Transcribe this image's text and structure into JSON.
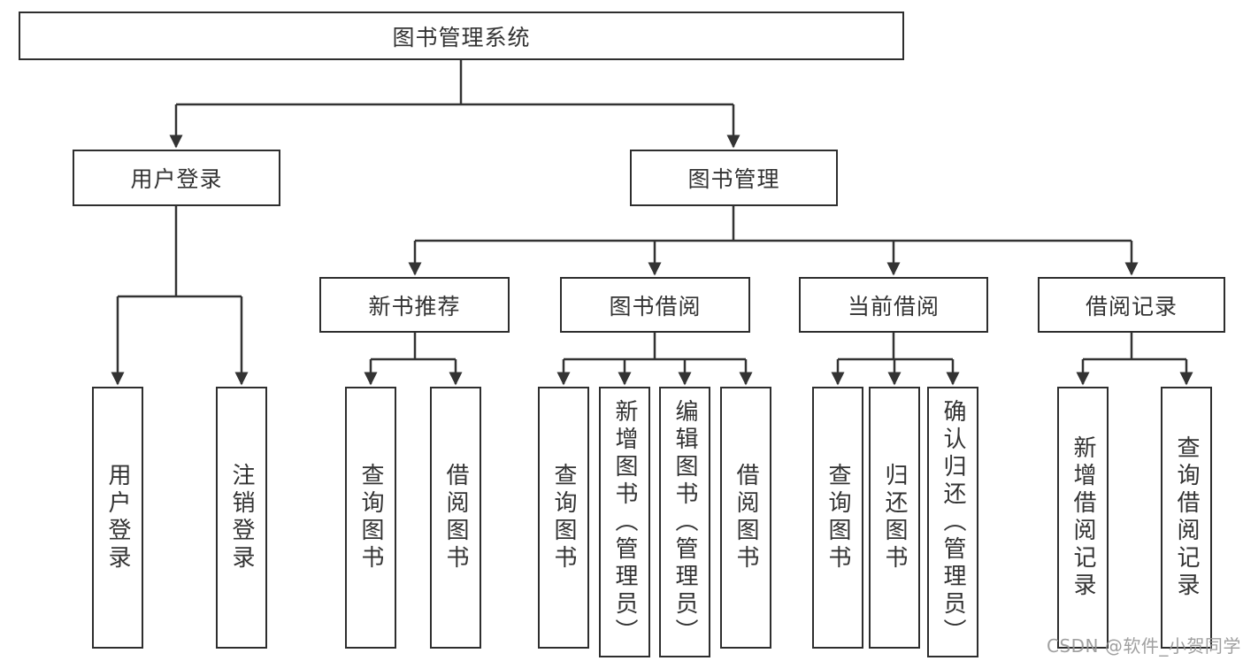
{
  "diagram": {
    "root": {
      "label": "图书管理系统"
    },
    "level2": [
      {
        "id": "user-login",
        "label": "用户登录"
      },
      {
        "id": "book-management",
        "label": "图书管理"
      }
    ],
    "level3": [
      {
        "id": "new-book-recommendation",
        "label": "新书推荐",
        "parent": "图书管理"
      },
      {
        "id": "book-borrowing",
        "label": "图书借阅",
        "parent": "图书管理"
      },
      {
        "id": "current-borrowing",
        "label": "当前借阅",
        "parent": "图书管理"
      },
      {
        "id": "borrowing-records",
        "label": "借阅记录",
        "parent": "图书管理"
      }
    ],
    "leaves": [
      {
        "label": "用户登录",
        "parent": "用户登录"
      },
      {
        "label": "注销登录",
        "parent": "用户登录"
      },
      {
        "label": "查询图书",
        "parent": "新书推荐"
      },
      {
        "label": "借阅图书",
        "parent": "新书推荐"
      },
      {
        "label": "查询图书",
        "parent": "图书借阅"
      },
      {
        "label": "新增图书（管理员）",
        "parent": "图书借阅"
      },
      {
        "label": "编辑图书（管理员）",
        "parent": "图书借阅"
      },
      {
        "label": "借阅图书",
        "parent": "图书借阅"
      },
      {
        "label": "查询图书",
        "parent": "当前借阅"
      },
      {
        "label": "归还图书",
        "parent": "当前借阅"
      },
      {
        "label": "确认归还（管理员）",
        "parent": "当前借阅"
      },
      {
        "label": "新增借阅记录",
        "parent": "借阅记录"
      },
      {
        "label": "查询借阅记录",
        "parent": "借阅记录"
      }
    ],
    "watermark": "CSDN @软件_小贺同学",
    "colors": {
      "line": "#333333",
      "box_border": "#2e2e2e",
      "box_fill": "#ffffff",
      "text": "#333333",
      "watermark": "#969696",
      "background": "#ffffff"
    }
  }
}
